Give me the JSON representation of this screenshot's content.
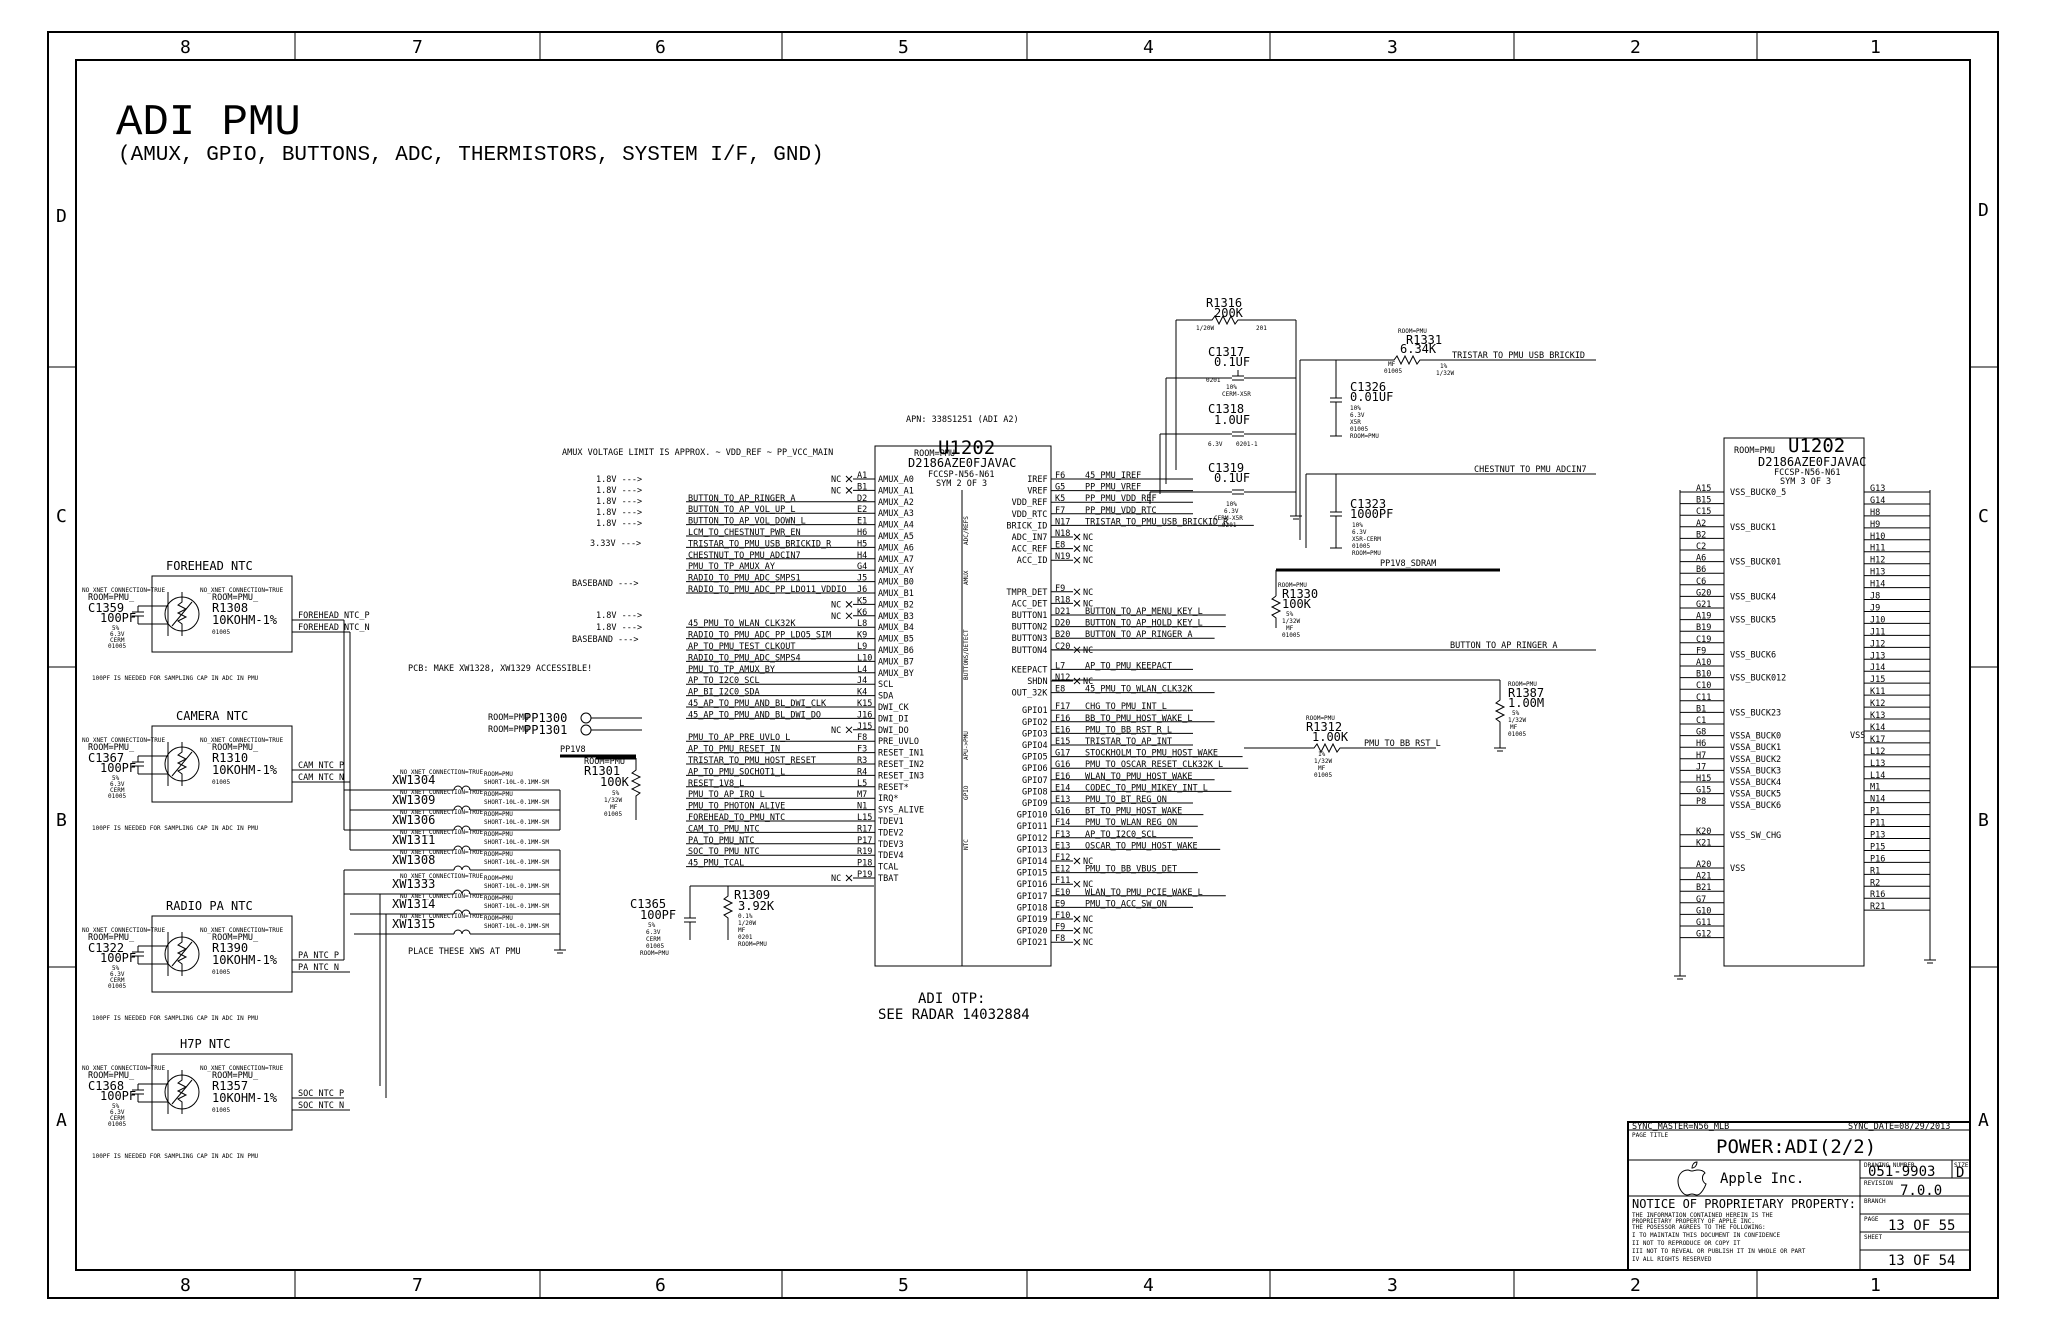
{
  "title": "ADI PMU",
  "subtitle": "(AMUX, GPIO, BUTTONS, ADC, THERMISTORS, SYSTEM I/F, GND)",
  "zones": {
    "columns": [
      "8",
      "7",
      "6",
      "5",
      "4",
      "3",
      "2",
      "1"
    ],
    "rows": [
      "D",
      "C",
      "B",
      "A"
    ]
  },
  "notes": {
    "amux_limit": "AMUX VOLTAGE LIMIT IS APPROX. ~ VDD_REF ~ PP_VCC_MAIN",
    "pcb_note": "PCB: MAKE XW1328, XW1329 ACCESSIBLE!",
    "place_xws": "PLACE THESE XWS AT PMU",
    "cap_note": "100PF IS NEEDED FOR SAMPLING CAP IN ADC IN PMU",
    "apn": "APN: 338S1251 (ADI A2)",
    "otp_1": "ADI OTP:",
    "otp_2": "SEE RADAR 14032884",
    "baseband": "BASEBAND --->",
    "v18": "1.8V --->",
    "v33": "3.33V --->"
  },
  "u1202_a": {
    "ref": "U1202",
    "part": "D2186AZE0FJAVAC",
    "pkg": "FCCSP-N56-N61",
    "sym": "SYM 2 OF 3",
    "room": "ROOM=PMU"
  },
  "u1202_b": {
    "ref": "U1202",
    "part": "D2186AZE0FJAVAC",
    "pkg": "FCCSP-N56-N61",
    "sym": "SYM 3 OF 3",
    "room": "ROOM=PMU"
  },
  "thermistors": [
    {
      "title": "FOREHEAD NTC",
      "cap": "C1359",
      "cap_val": "100PF",
      "res": "R1308",
      "res_val": "10KOHM-1%",
      "net_p": "FOREHEAD_NTC_P",
      "net_n": "FOREHEAD_NTC_N"
    },
    {
      "title": "CAMERA NTC",
      "cap": "C1367",
      "cap_val": "100PF",
      "res": "R1310",
      "res_val": "10KOHM-1%",
      "net_p": "CAM_NTC_P",
      "net_n": "CAM_NTC_N"
    },
    {
      "title": "RADIO PA NTC",
      "cap": "C1322",
      "cap_val": "100PF",
      "res": "R1390",
      "res_val": "10KOHM-1%",
      "net_p": "PA_NTC_P",
      "net_n": "PA_NTC_N"
    },
    {
      "title": "H7P NTC",
      "cap": "C1368",
      "cap_val": "100PF",
      "res": "R1357",
      "res_val": "10KOHM-1%",
      "net_p": "SOC_NTC_P",
      "net_n": "SOC_NTC_N"
    }
  ],
  "xws": [
    "XW1304",
    "XW1309",
    "XW1306",
    "XW1311",
    "XW1308",
    "XW1333",
    "XW1314",
    "XW1315"
  ],
  "pp": [
    "PP1300",
    "PP1301"
  ],
  "u2_left_pins": [
    {
      "num": "A1",
      "name": "AMUX_A0",
      "net": ""
    },
    {
      "num": "B1",
      "name": "AMUX_A1",
      "net": ""
    },
    {
      "num": "D2",
      "name": "AMUX_A2",
      "net": "BUTTON_TO_AP_RINGER_A"
    },
    {
      "num": "E2",
      "name": "AMUX_A3",
      "net": "BUTTON_TO_AP_VOL_UP_L"
    },
    {
      "num": "E1",
      "name": "AMUX_A4",
      "net": "BUTTON_TO_AP_VOL_DOWN_L"
    },
    {
      "num": "H6",
      "name": "AMUX_A5",
      "net": "LCM_TO_CHESTNUT_PWR_EN"
    },
    {
      "num": "H5",
      "name": "AMUX_A6",
      "net": "TRISTAR_TO_PMU_USB_BRICKID_R"
    },
    {
      "num": "H4",
      "name": "AMUX_A7",
      "net": "CHESTNUT_TO_PMU_ADCIN7"
    },
    {
      "num": "G4",
      "name": "AMUX_AY",
      "net": "PMU_TO_TP_AMUX_AY"
    },
    {
      "num": "J5",
      "name": "AMUX_B0",
      "net": "RADIO_TO_PMU_ADC_SMPS1"
    },
    {
      "num": "J6",
      "name": "AMUX_B1",
      "net": "RADIO_TO_PMU_ADC_PP_LDO11_VDDIO"
    },
    {
      "num": "K5",
      "name": "AMUX_B2",
      "net": ""
    },
    {
      "num": "K6",
      "name": "AMUX_B3",
      "net": ""
    },
    {
      "num": "L8",
      "name": "AMUX_B4",
      "net": "45_PMU_TO_WLAN_CLK32K"
    },
    {
      "num": "K9",
      "name": "AMUX_B5",
      "net": "RADIO_TO_PMU_ADC_PP_LDO5_SIM"
    },
    {
      "num": "L9",
      "name": "AMUX_B6",
      "net": "AP_TO_PMU_TEST_CLKOUT"
    },
    {
      "num": "L10",
      "name": "AMUX_B7",
      "net": "RADIO_TO_PMU_ADC_SMPS4"
    },
    {
      "num": "L4",
      "name": "AMUX_BY",
      "net": "PMU_TO_TP_AMUX_BY"
    },
    {
      "num": "J4",
      "name": "SCL",
      "net": "AP_TO_I2C0_SCL"
    },
    {
      "num": "K4",
      "name": "SDA",
      "net": "AP_BI_I2C0_SDA"
    },
    {
      "num": "K15",
      "name": "DWI_CK",
      "net": "45_AP_TO_PMU_AND_BL_DWI_CLK"
    },
    {
      "num": "J16",
      "name": "DWI_DI",
      "net": "45_AP_TO_PMU_AND_BL_DWI_DO"
    },
    {
      "num": "J15",
      "name": "DWI_DO",
      "net": ""
    },
    {
      "num": "F8",
      "name": "PRE_UVLO",
      "net": "PMU_TO_AP_PRE_UVLO_L"
    },
    {
      "num": "F3",
      "name": "RESET_IN1",
      "net": "AP_TO_PMU_RESET_IN"
    },
    {
      "num": "R3",
      "name": "RESET_IN2",
      "net": "TRISTAR_TO_PMU_HOST_RESET"
    },
    {
      "num": "R4",
      "name": "RESET_IN3",
      "net": "AP_TO_PMU_SOCHOT1_L"
    },
    {
      "num": "L5",
      "name": "RESET*",
      "net": "RESET_1V8_L"
    },
    {
      "num": "M7",
      "name": "IRQ*",
      "net": "PMU_TO_AP_IRQ_L"
    },
    {
      "num": "N1",
      "name": "SYS_ALIVE",
      "net": "PMU_TO_PHOTON_ALIVE"
    },
    {
      "num": "L15",
      "name": "TDEV1",
      "net": "FOREHEAD_TO_PMU_NTC"
    },
    {
      "num": "R17",
      "name": "TDEV2",
      "net": "CAM_TO_PMU_NTC"
    },
    {
      "num": "P17",
      "name": "TDEV3",
      "net": "PA_TO_PMU_NTC"
    },
    {
      "num": "R19",
      "name": "TDEV4",
      "net": "SOC_TO_PMU_NTC"
    },
    {
      "num": "P18",
      "name": "TCAL",
      "net": "45_PMU_TCAL"
    },
    {
      "num": "P19",
      "name": "TBAT",
      "net": ""
    }
  ],
  "u2_right_pins": [
    {
      "num": "F6",
      "name": "IREF",
      "net": "45_PMU_IREF"
    },
    {
      "num": "G5",
      "name": "VREF",
      "net": "PP_PMU_VREF"
    },
    {
      "num": "K5",
      "name": "VDD_REF",
      "net": "PP_PMU_VDD_REF"
    },
    {
      "num": "F7",
      "name": "VDD_RTC",
      "net": "PP_PMU_VDD_RTC"
    },
    {
      "num": "N17",
      "name": "BRICK_ID",
      "net": "TRISTAR_TO_PMU_USB_BRICKID_R"
    },
    {
      "num": "N18",
      "name": "ADC_IN7",
      "net": ""
    },
    {
      "num": "E8",
      "name": "ACC_REF",
      "net": ""
    },
    {
      "num": "N19",
      "name": "ACC_ID",
      "net": ""
    },
    {
      "num": "F9",
      "name": "TMPR_DET",
      "net": ""
    },
    {
      "num": "R18",
      "name": "ACC_DET",
      "net": ""
    },
    {
      "num": "D21",
      "name": "BUTTON1",
      "net": "BUTTON_TO_AP_MENU_KEY_L"
    },
    {
      "num": "D20",
      "name": "BUTTON2",
      "net": "BUTTON_TO_AP_HOLD_KEY_L"
    },
    {
      "num": "B20",
      "name": "BUTTON3",
      "net": "BUTTON_TO_AP_RINGER_A"
    },
    {
      "num": "C20",
      "name": "BUTTON4",
      "net": ""
    },
    {
      "num": "L7",
      "name": "KEEPACT",
      "net": "AP_TO_PMU_KEEPACT"
    },
    {
      "num": "N12",
      "name": "SHDN",
      "net": ""
    },
    {
      "num": "E8",
      "name": "OUT_32K",
      "net": "45_PMU_TO_WLAN_CLK32K"
    },
    {
      "num": "F17",
      "name": "GPIO1",
      "net": "CHG_TO_PMU_INT_L"
    },
    {
      "num": "F16",
      "name": "GPIO2",
      "net": "BB_TO_PMU_HOST_WAKE_L"
    },
    {
      "num": "E16",
      "name": "GPIO3",
      "net": "PMU_TO_BB_RST_R_L"
    },
    {
      "num": "E15",
      "name": "GPIO4",
      "net": "TRISTAR_TO_AP_INT"
    },
    {
      "num": "G17",
      "name": "GPIO5",
      "net": "STOCKHOLM_TO_PMU_HOST_WAKE"
    },
    {
      "num": "G16",
      "name": "GPIO6",
      "net": "PMU_TO_OSCAR_RESET_CLK32K_L"
    },
    {
      "num": "E16",
      "name": "GPIO7",
      "net": "WLAN_TO_PMU_HOST_WAKE"
    },
    {
      "num": "E14",
      "name": "GPIO8",
      "net": "CODEC_TO_PMU_MIKEY_INT_L"
    },
    {
      "num": "E13",
      "name": "GPIO9",
      "net": "PMU_TO_BT_REG_ON"
    },
    {
      "num": "G16",
      "name": "GPIO10",
      "net": "BT_TO_PMU_HOST_WAKE"
    },
    {
      "num": "F14",
      "name": "GPIO11",
      "net": "PMU_TO_WLAN_REG_ON"
    },
    {
      "num": "F13",
      "name": "GPIO12",
      "net": "AP_TO_I2C0_SCL"
    },
    {
      "num": "E13",
      "name": "GPIO13",
      "net": "OSCAR_TO_PMU_HOST_WAKE"
    },
    {
      "num": "F12",
      "name": "GPIO14",
      "net": ""
    },
    {
      "num": "E12",
      "name": "GPIO15",
      "net": "PMU_TO_BB_VBUS_DET"
    },
    {
      "num": "F11",
      "name": "GPIO16",
      "net": ""
    },
    {
      "num": "E10",
      "name": "GPIO17",
      "net": "WLAN_TO_PMU_PCIE_WAKE_L"
    },
    {
      "num": "E9",
      "name": "GPIO18",
      "net": "PMU_TO_ACC_SW_ON"
    },
    {
      "num": "F10",
      "name": "GPIO19",
      "net": ""
    },
    {
      "num": "F9",
      "name": "GPIO20",
      "net": ""
    },
    {
      "num": "F8",
      "name": "GPIO21",
      "net": ""
    }
  ],
  "u3_left_pins": [
    {
      "num": "A15",
      "name": "VSS_BUCK0_5"
    },
    {
      "num": "B15",
      "name": ""
    },
    {
      "num": "C15",
      "name": ""
    },
    {
      "num": "A2",
      "name": "VSS_BUCK1"
    },
    {
      "num": "B2",
      "name": ""
    },
    {
      "num": "C2",
      "name": ""
    },
    {
      "num": "A6",
      "name": "VSS_BUCK01"
    },
    {
      "num": "B6",
      "name": ""
    },
    {
      "num": "C6",
      "name": ""
    },
    {
      "num": "G20",
      "name": "VSS_BUCK4"
    },
    {
      "num": "G21",
      "name": ""
    },
    {
      "num": "A19",
      "name": "VSS_BUCK5"
    },
    {
      "num": "B19",
      "name": ""
    },
    {
      "num": "C19",
      "name": ""
    },
    {
      "num": "F9",
      "name": "VSS_BUCK6"
    },
    {
      "num": "A10",
      "name": ""
    },
    {
      "num": "B10",
      "name": "VSS_BUCK012"
    },
    {
      "num": "C10",
      "name": ""
    },
    {
      "num": "C11",
      "name": ""
    },
    {
      "num": "B1",
      "name": "VSS_BUCK23"
    },
    {
      "num": "C1",
      "name": ""
    },
    {
      "num": "G8",
      "name": "VSSA_BUCK0"
    },
    {
      "num": "H6",
      "name": "VSSA_BUCK1"
    },
    {
      "num": "H7",
      "name": "VSSA_BUCK2"
    },
    {
      "num": "J7",
      "name": "VSSA_BUCK3"
    },
    {
      "num": "H15",
      "name": "VSSA_BUCK4"
    },
    {
      "num": "G15",
      "name": "VSSA_BUCK5"
    },
    {
      "num": "P8",
      "name": "VSSA_BUCK6"
    },
    {
      "num": "K20",
      "name": "VSS_SW_CHG"
    },
    {
      "num": "K21",
      "name": ""
    },
    {
      "num": "A20",
      "name": "VSS"
    },
    {
      "num": "A21",
      "name": ""
    },
    {
      "num": "B21",
      "name": ""
    },
    {
      "num": "G7",
      "name": ""
    },
    {
      "num": "G10",
      "name": ""
    },
    {
      "num": "G11",
      "name": ""
    },
    {
      "num": "G12",
      "name": ""
    }
  ],
  "u3_right_pins": [
    "G13",
    "G14",
    "H8",
    "H9",
    "H10",
    "H11",
    "H12",
    "H13",
    "H14",
    "J8",
    "J9",
    "J10",
    "J11",
    "J12",
    "J13",
    "J14",
    "J15",
    "K11",
    "K12",
    "K13",
    "K14",
    "K17",
    "L12",
    "L13",
    "L14",
    "M1",
    "N14",
    "P1",
    "P11",
    "P13",
    "P15",
    "P16",
    "R1",
    "R2",
    "R16",
    "R21"
  ],
  "u3_vss": "VSS",
  "passives": {
    "r1316": {
      "ref": "R1316",
      "val": "200K"
    },
    "c1317": {
      "ref": "C1317",
      "val": "0.1UF"
    },
    "c1318": {
      "ref": "C1318",
      "val": "1.0UF"
    },
    "c1319": {
      "ref": "C1319",
      "val": "0.1UF"
    },
    "r1331": {
      "ref": "R1331",
      "val": "6.34K"
    },
    "c1326": {
      "ref": "C1326",
      "val": "0.01UF"
    },
    "c1323": {
      "ref": "C1323",
      "val": "1000PF"
    },
    "r1330": {
      "ref": "R1330",
      "val": "100K"
    },
    "r1387": {
      "ref": "R1387",
      "val": "1.00M"
    },
    "r1312": {
      "ref": "R1312",
      "val": "1.00K"
    },
    "r1301": {
      "ref": "R1301",
      "val": "100K"
    },
    "c1365": {
      "ref": "C1365",
      "val": "100PF"
    },
    "r1309": {
      "ref": "R1309",
      "val": "3.92K"
    }
  },
  "nets_right": {
    "tristar_brickid": "TRISTAR_TO_PMU_USB_BRICKID",
    "chestnut_adcin7": "CHESTNUT_TO_PMU_ADCIN7",
    "pp1v8_sdram": "PP1V8_SDRAM",
    "button_ringer": "BUTTON_TO_AP_RINGER_A",
    "pmu_bb_rst": "PMU_TO_BB_RST_L",
    "pp1v8": "PP1V8"
  },
  "nc": "NC",
  "title_block": {
    "sync_master": "SYNC_MASTER=N56_MLB",
    "sync_date": "SYNC_DATE=08/29/2013",
    "page_title_label": "PAGE TITLE",
    "page_title": "POWER:ADI(2/2)",
    "company": "Apple Inc.",
    "drawing_number_label": "DRAWING NUMBER",
    "drawing_number": "051-9903",
    "size_label": "SIZE",
    "size": "D",
    "revision_label": "REVISION",
    "revision": "7.0.0",
    "branch_label": "BRANCH",
    "page_label": "PAGE",
    "page": "13 OF 55",
    "sheet_label": "SHEET",
    "sheet": "13 OF 54",
    "notice": "NOTICE OF PROPRIETARY PROPERTY:",
    "notice_lines": [
      "THE INFORMATION CONTAINED HEREIN IS THE",
      "PROPRIETARY PROPERTY OF APPLE INC.",
      "THE POSESSOR AGREES TO THE FOLLOWING:",
      "I TO MAINTAIN THIS DOCUMENT IN CONFIDENCE",
      "II NOT TO REPRODUCE OR COPY IT",
      "III NOT TO REVEAL OR PUBLISH IT IN WHOLE OR PART",
      "IV ALL RIGHTS RESERVED"
    ]
  }
}
